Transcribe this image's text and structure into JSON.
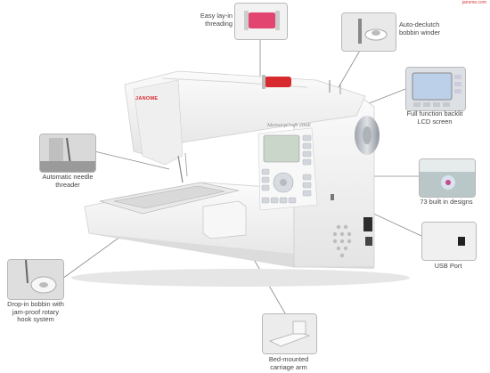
{
  "brand": {
    "logo": "JANOME",
    "model_script": "MemoryCraft 200E",
    "url": "janome.com"
  },
  "callouts": {
    "threading": {
      "line1": "Easy lay-in",
      "line2": "threading"
    },
    "declutch": {
      "line1": "Auto-declutch",
      "line2": "bobbin winder"
    },
    "lcd": {
      "line1": "Full function backlit",
      "line2": "LCD screen"
    },
    "needle": {
      "line1": "Automatic needle",
      "line2": "threader"
    },
    "designs": {
      "line1": "73 built in designs"
    },
    "usb": {
      "line1": "USB Port"
    },
    "bobbin": {
      "line1": "Drop-in bobbin with",
      "line2": "jam-proof rotary",
      "line3": "hook system"
    },
    "carriage": {
      "line1": "Bed-mounted",
      "line2": "carriage arm"
    }
  },
  "colors": {
    "machine": "#f4f4f4",
    "accent_red": "#d8292f",
    "screen": "#c9d6c9",
    "knob": "#c8ccd2"
  }
}
